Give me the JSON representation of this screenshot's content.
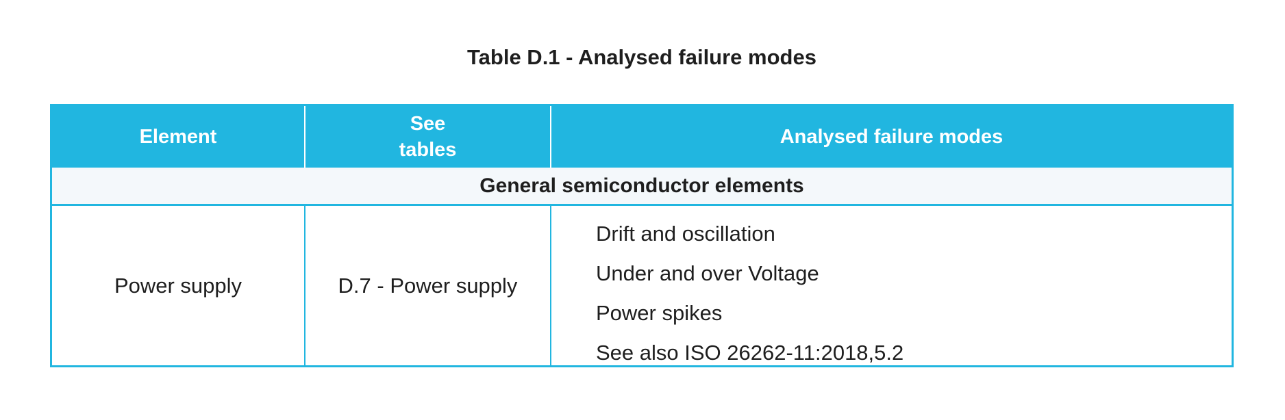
{
  "colors": {
    "accent_cyan": "#21b6e0",
    "section_row_bg": "#f4f8fb",
    "header_text": "#ffffff",
    "body_text": "#1e1e1e"
  },
  "title": "Table D.1 - Analysed failure modes",
  "table": {
    "headers": [
      {
        "label": "Element"
      },
      {
        "label": "See\ntables"
      },
      {
        "label": "Analysed failure modes"
      }
    ],
    "section_header": "General semiconductor elements",
    "row": {
      "element": "Power supply",
      "see_tables": "D.7 - Power supply",
      "failure_modes": [
        "Drift and oscillation",
        "Under and over Voltage",
        "Power spikes",
        "See also ISO 26262-11:2018,5.2"
      ]
    }
  }
}
